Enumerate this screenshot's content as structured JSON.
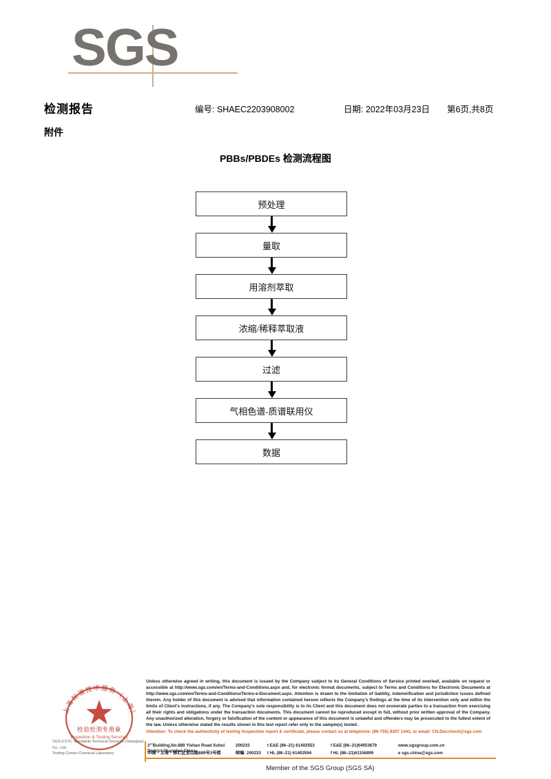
{
  "logo": {
    "text": "SGS",
    "rule_color": "#cbab87",
    "text_color": "#76736f"
  },
  "header": {
    "title": "检测报告",
    "subtitle": "附件",
    "report_no": "编号: SHAEC2203908002",
    "date": "日期: 2022年03月23日",
    "page": "第6页,共8页"
  },
  "flowchart": {
    "title": "PBBs/PBDEs 检测流程图",
    "steps": [
      {
        "label": "预处理"
      },
      {
        "label": "量取"
      },
      {
        "label": "用溶剂萃取"
      },
      {
        "label": "浓缩/稀释萃取液"
      },
      {
        "label": "过滤"
      },
      {
        "label": "气相色谱-质谱联用仪"
      },
      {
        "label": "数据"
      }
    ]
  },
  "seal": {
    "outer_text": "上海标准技术服务（上海）有限公司",
    "line1": "检验检测专用章",
    "line2": "Inspection & Testing Services",
    "color": "#c0392b"
  },
  "company": {
    "line1": "SGS-CSTC Standards Technical Services (Shanghai) Co., Ltd.",
    "line2": "Testing Center-Chemical Laboratory"
  },
  "footer": {
    "legal_paragraph": "Unless otherwise agreed in writing, this document is issued by the Company subject to its General Conditions of Service printed overleaf, available on request or accessible at http://www.sgs.com/en/Terms-and-Conditions.aspx and, for electronic format documents, subject to Terms and Conditions for Electronic Documents at http://www.sgs.com/en/Terms-and-Conditions/Terms-e-Document.aspx. Attention is drawn to the limitation of liability, indemnification and jurisdiction issues defined therein. Any holder of this document is advised that information contained hereon reflects the Company's findings at the time of its intervention only and within the limits of Client's instructions, if any. The Company's sole responsibility is to its Client and this document does not exonerate parties to a transaction from exercising all their rights and obligations under the transaction documents. This document cannot be reproduced except in full, without prior written approval of the Company. Any unauthorized alteration, forgery or falsification of the content or appearance of this document is unlawful and offenders may be prosecuted to the fullest extent of the law. Unless otherwise stated the results shown in this test report refer only to the sample(s) tested .",
    "attention": "Attention: To check the authenticity of testing /inspection report & certificate, please contact us at telephone: (86-755) 8307 1443, or email: CN.Doccheck@sgs.com",
    "attention_color": "#d8571f",
    "address_en": "3\"'Building,No.889 Yishan Road Xuhui District,Shanghai China",
    "postcode_en": "200233",
    "tel_en_1": "t E&E (86–21) 61402553",
    "tel_en_2": "f E&E (86–21)64953679",
    "web": "www.sgsgroup.com.cn",
    "address_cn": "中国・上海・徐汇区宜山路889号3号楼",
    "postcode_cn": "邮编: 200233",
    "tel_cn_1": "t HL (86–21) 61402594",
    "tel_cn_2": "f HL (86–21)61156899",
    "email": "e sgs.china@sgs.com",
    "member": "Member of the SGS Group (SGS SA)",
    "rule_color": "#d8902c"
  }
}
